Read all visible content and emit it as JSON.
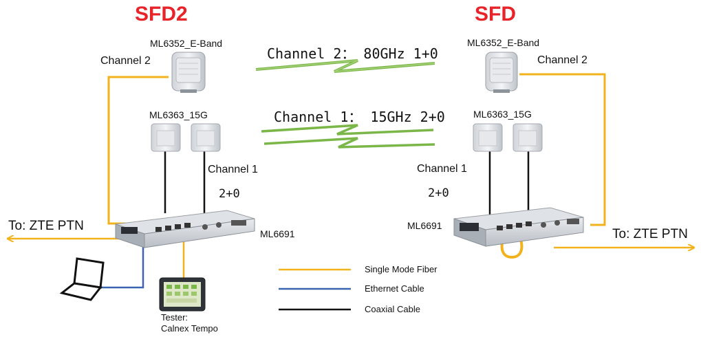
{
  "colors": {
    "fiber": "#f2b21b",
    "ethernet": "#3a64b0",
    "coax": "#111111",
    "radio_link": "#7ab648",
    "site_title": "#e8232a"
  },
  "sites": {
    "left": {
      "title": "SFD2",
      "eband_model": "ML6352_E-Band",
      "g15_model": "ML6363_15G",
      "ch2_label": "Channel 2",
      "ch1_label": "Channel 1",
      "ch1_config": "2+0",
      "idu_model": "ML6691",
      "ptn_label": "To: ZTE PTN"
    },
    "right": {
      "title": "SFD",
      "eband_model": "ML6352_E-Band",
      "g15_model": "ML6363_15G",
      "ch2_label": "Channel 2",
      "ch1_label": "Channel 1",
      "ch1_config": "2+0",
      "idu_model": "ML6691",
      "ptn_label": "To: ZTE PTN"
    }
  },
  "links": {
    "channel2": "Channel 2： 80GHz 1+0",
    "channel1": "Channel 1： 15GHz 2+0"
  },
  "tester": {
    "line1": "Tester:",
    "line2": "Calnex Tempo"
  },
  "legend": {
    "fiber": "Single Mode Fiber",
    "ethernet": "Ethernet Cable",
    "coax": "Coaxial Cable"
  },
  "icons": {
    "eband_radio": "outdoor-unit-icon",
    "g15_radio": "outdoor-unit-icon",
    "idu": "rack-unit-icon",
    "laptop": "laptop-icon",
    "tester": "tester-device-icon"
  }
}
